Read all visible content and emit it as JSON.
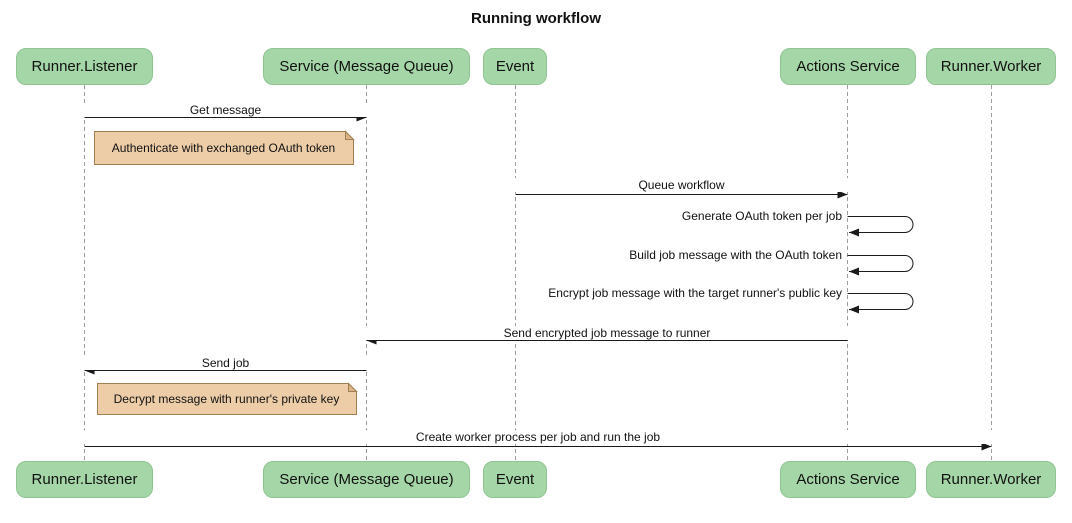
{
  "title": "Running workflow",
  "actors": [
    {
      "label": "Runner.Listener"
    },
    {
      "label": "Service (Message Queue)"
    },
    {
      "label": "Event"
    },
    {
      "label": "Actions Service"
    },
    {
      "label": "Runner.Worker"
    }
  ],
  "messages": [
    {
      "label": "Get message",
      "from": "Runner.Listener",
      "to": "Service (Message Queue)",
      "type": "solid-arrow"
    },
    {
      "label": "Queue workflow",
      "from": "Event",
      "to": "Actions Service",
      "type": "solid-arrow"
    },
    {
      "label": "Generate OAuth token per job",
      "from": "Actions Service",
      "to": "Actions Service",
      "type": "self-loop"
    },
    {
      "label": "Build job message with the OAuth token",
      "from": "Actions Service",
      "to": "Actions Service",
      "type": "self-loop"
    },
    {
      "label": "Encrypt job message with the target runner's public key",
      "from": "Actions Service",
      "to": "Actions Service",
      "type": "self-loop"
    },
    {
      "label": "Send encrypted job message to runner",
      "from": "Actions Service",
      "to": "Service (Message Queue)",
      "type": "solid-arrow"
    },
    {
      "label": "Send job",
      "from": "Service (Message Queue)",
      "to": "Runner.Listener",
      "type": "solid-arrow"
    },
    {
      "label": "Create worker process per job and run the job",
      "from": "Runner.Listener",
      "to": "Runner.Worker",
      "type": "solid-arrow"
    }
  ],
  "notes": [
    {
      "label": "Authenticate with exchanged OAuth token",
      "near": "Runner.Listener"
    },
    {
      "label": "Decrypt message with runner's private key",
      "near": "Runner.Listener"
    }
  ],
  "colors": {
    "actor_fill": "#A5D6A7",
    "actor_border": "#8FC591",
    "note_fill": "#EDCDA8",
    "note_fold": "#DDB488",
    "note_border": "#A08050",
    "lifeline": "#9C9C9C",
    "arrow": "#1A1A1A"
  }
}
